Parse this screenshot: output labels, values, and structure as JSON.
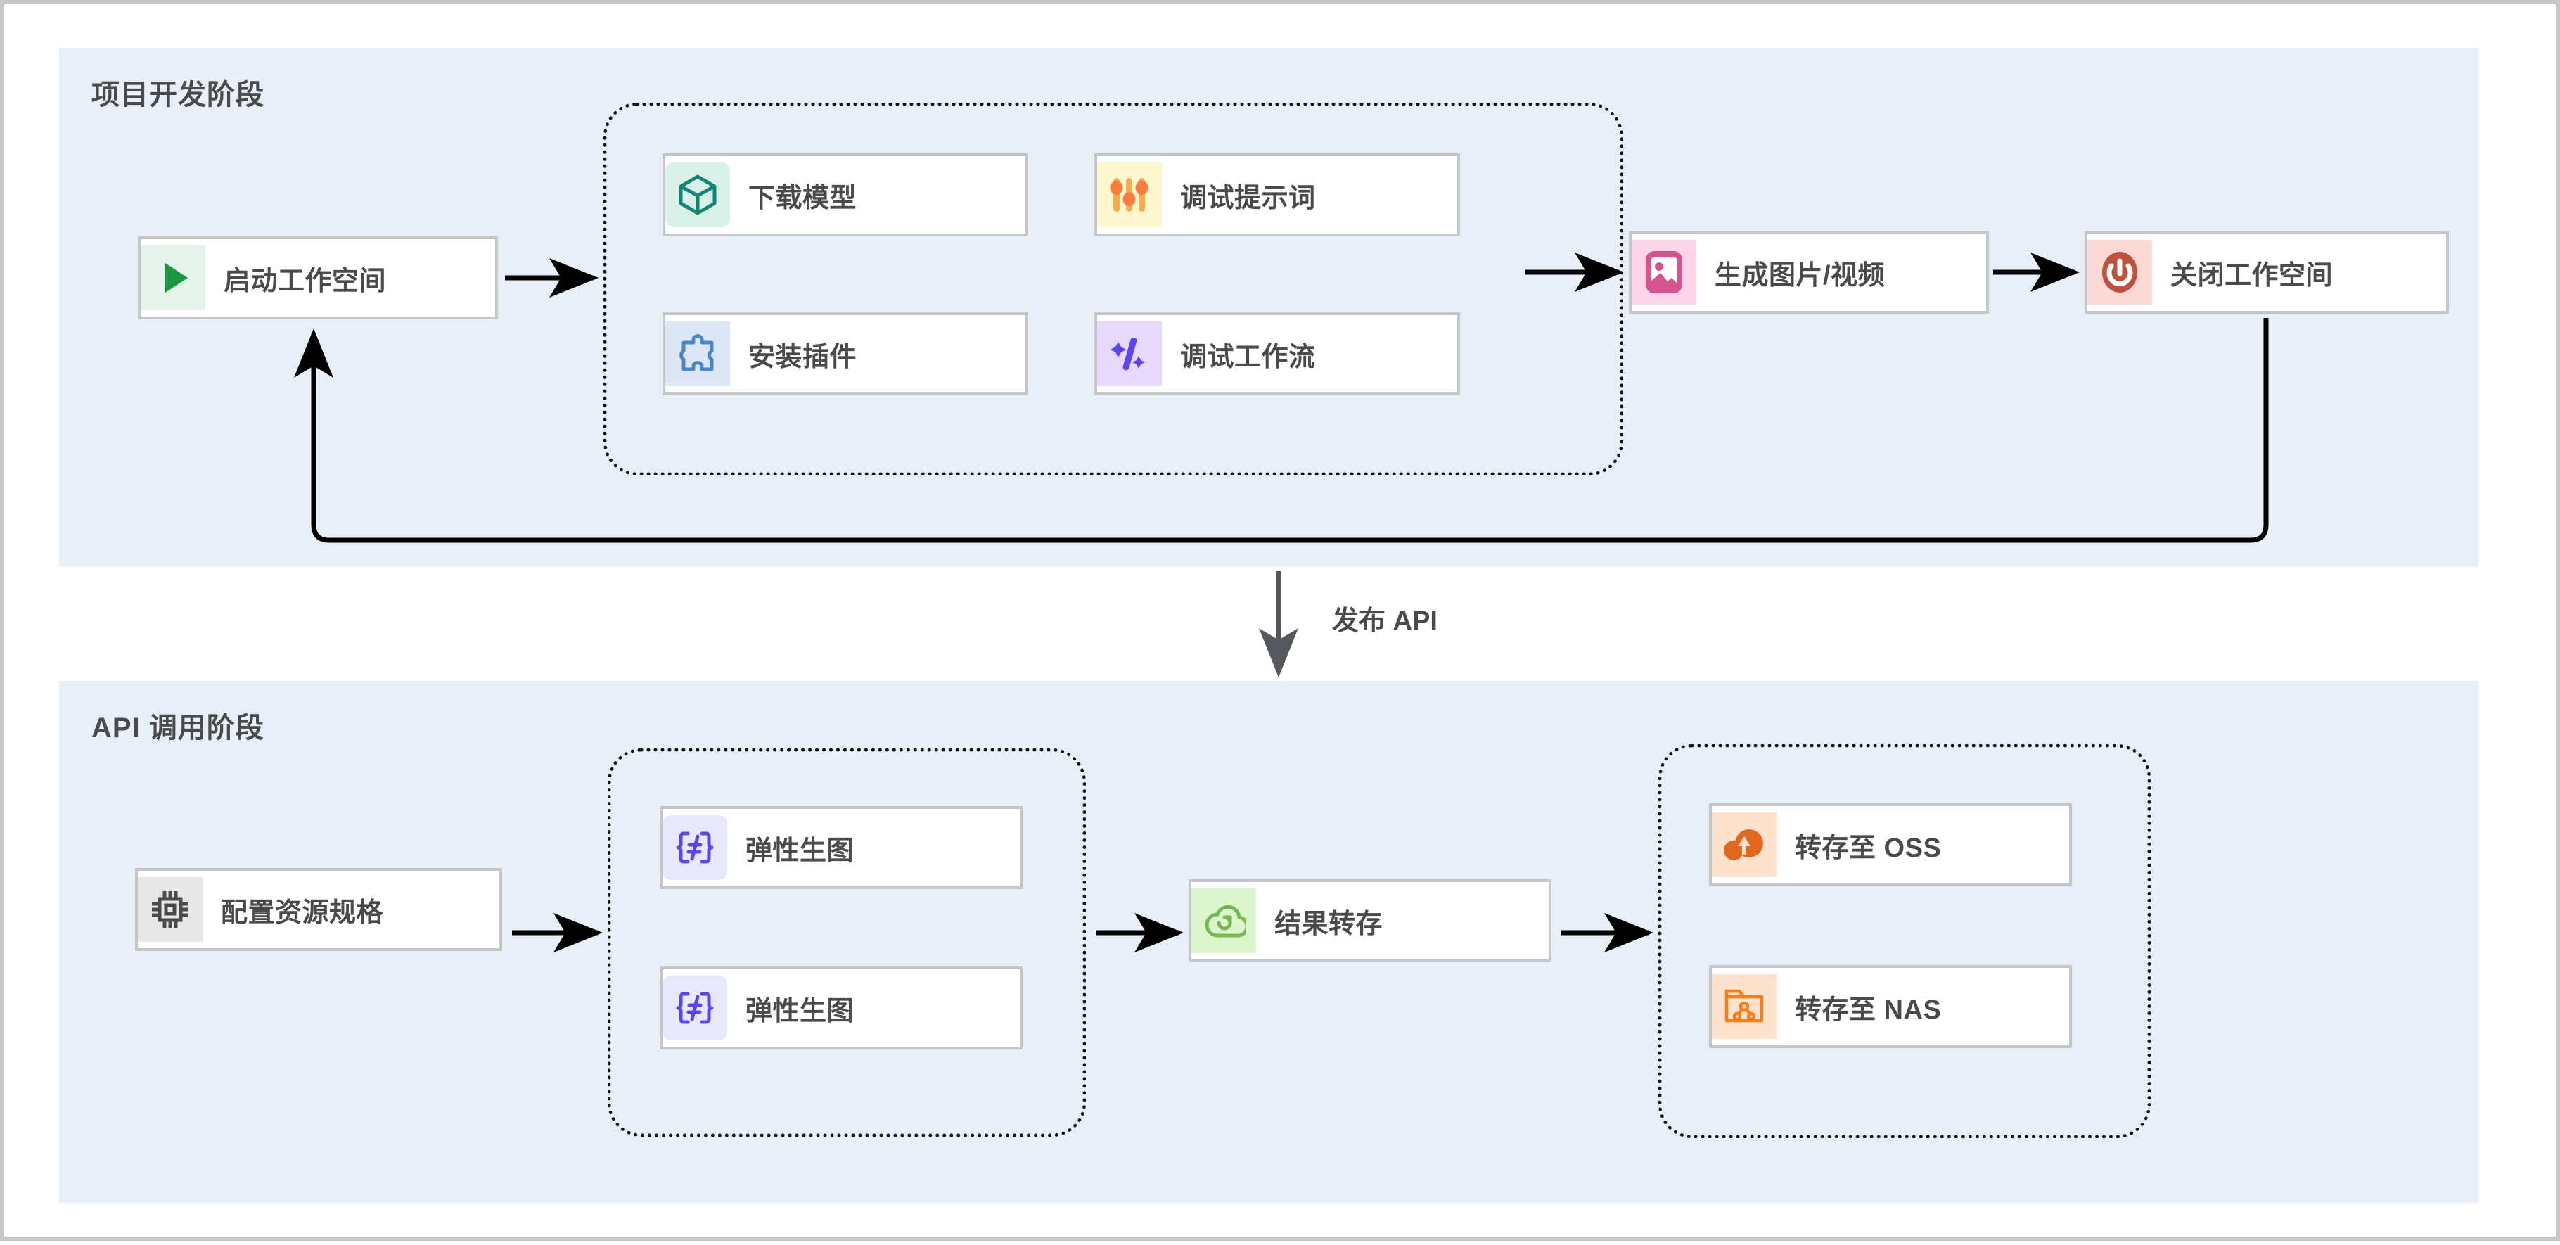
{
  "diagram": {
    "title_hidden": "",
    "accent_panel_bg": "#e8eff9",
    "page_bg": "#ffffff",
    "border_color": "#c8c8c8"
  },
  "sections": [
    {
      "id": "dev",
      "title": "项目开发阶段",
      "nodes": {
        "start_workspace": {
          "label": "启动工作空间",
          "icon": "play-icon",
          "icon_bg": "#e5f3ec",
          "icon_color": "#1a9641"
        },
        "download_model": {
          "label": "下载模型",
          "icon": "cube-icon",
          "icon_bg": "#d9f1e8",
          "icon_color": "#128577"
        },
        "install_plugin": {
          "label": "安装插件",
          "icon": "puzzle-icon",
          "icon_bg": "#dde6f7",
          "icon_color": "#4a86c8"
        },
        "debug_prompt": {
          "label": "调试提示词",
          "icon": "sliders-icon",
          "icon_bg": "#fdf6cf",
          "icon_color": "#f97d3c"
        },
        "debug_workflow": {
          "label": "调试工作流",
          "icon": "sparkle-slash-icon",
          "icon_bg": "#e6d9fb",
          "icon_color": "#5b45f0"
        },
        "generate_media": {
          "label": "生成图片/视频",
          "icon": "image-icon",
          "icon_bg": "#fcd6e8",
          "icon_color": "#d4548d"
        },
        "close_workspace": {
          "label": "关闭工作空间",
          "icon": "power-icon",
          "icon_bg": "#fcd9d6",
          "icon_color": "#c1503f"
        }
      }
    },
    {
      "id": "api",
      "title": "API 调用阶段",
      "nodes": {
        "config_resource": {
          "label": "配置资源规格",
          "icon": "chip-icon",
          "icon_bg": "#e8e8e8",
          "icon_color": "#4a4a4a"
        },
        "elastic_gen_1": {
          "label": "弹性生图",
          "icon": "function-braces-icon",
          "icon_bg": "#e8e8fd",
          "icon_color": "#5b45f0"
        },
        "elastic_gen_2": {
          "label": "弹性生图",
          "icon": "function-braces-icon",
          "icon_bg": "#e8e8fd",
          "icon_color": "#5b45f0"
        },
        "result_transfer": {
          "label": "结果转存",
          "icon": "cloud-sync-icon",
          "icon_bg": "#ddf5cd",
          "icon_color": "#76b852"
        },
        "save_to_oss": {
          "label": "转存至 OSS",
          "icon": "cloud-upload-icon",
          "icon_bg": "#fde3cd",
          "icon_color": "#e2681f"
        },
        "save_to_nas": {
          "label": "转存至 NAS",
          "icon": "folder-share-icon",
          "icon_bg": "#fde3cd",
          "icon_color": "#fa7c1b"
        }
      }
    }
  ],
  "connectors": {
    "publish_api_label": "发布 API"
  }
}
